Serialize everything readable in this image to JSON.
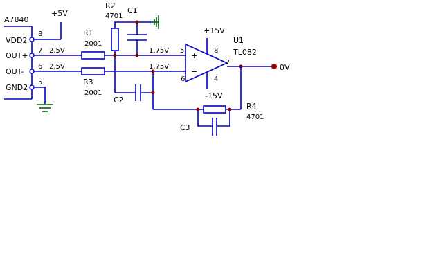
{
  "colors": {
    "wire": "#0000cc",
    "junction": "#8b0000",
    "ground": "#006400",
    "text": "#000000",
    "background": "#ffffff"
  },
  "connector": {
    "name": "A7840",
    "pins": [
      {
        "label": "VDD2",
        "number": "8"
      },
      {
        "label": "OUT+",
        "number": "7"
      },
      {
        "label": "OUT-",
        "number": "6"
      },
      {
        "label": "GND2",
        "number": "5"
      }
    ]
  },
  "supply": {
    "vcc": "+5V"
  },
  "voltages": {
    "out_plus": "2.5V",
    "out_minus": "2.5V",
    "noninv_input": "1.75V",
    "inv_input": "1.75V",
    "output": "0V"
  },
  "resistors": [
    {
      "name": "R1",
      "value": "2001"
    },
    {
      "name": "R2",
      "value": "4701"
    },
    {
      "name": "R3",
      "value": "2001"
    },
    {
      "name": "R4",
      "value": "4701"
    }
  ],
  "capacitors": [
    {
      "name": "C1"
    },
    {
      "name": "C2"
    },
    {
      "name": "C3"
    }
  ],
  "opamp": {
    "ref": "U1",
    "part": "TL082",
    "pos_supply": "+15V",
    "neg_supply": "-15V",
    "pin_noninv": "5",
    "pin_inv": "6",
    "pin_out": "7",
    "pin_vpos": "8",
    "pin_vneg": "4",
    "plus_sign": "+",
    "minus_sign": "−"
  }
}
